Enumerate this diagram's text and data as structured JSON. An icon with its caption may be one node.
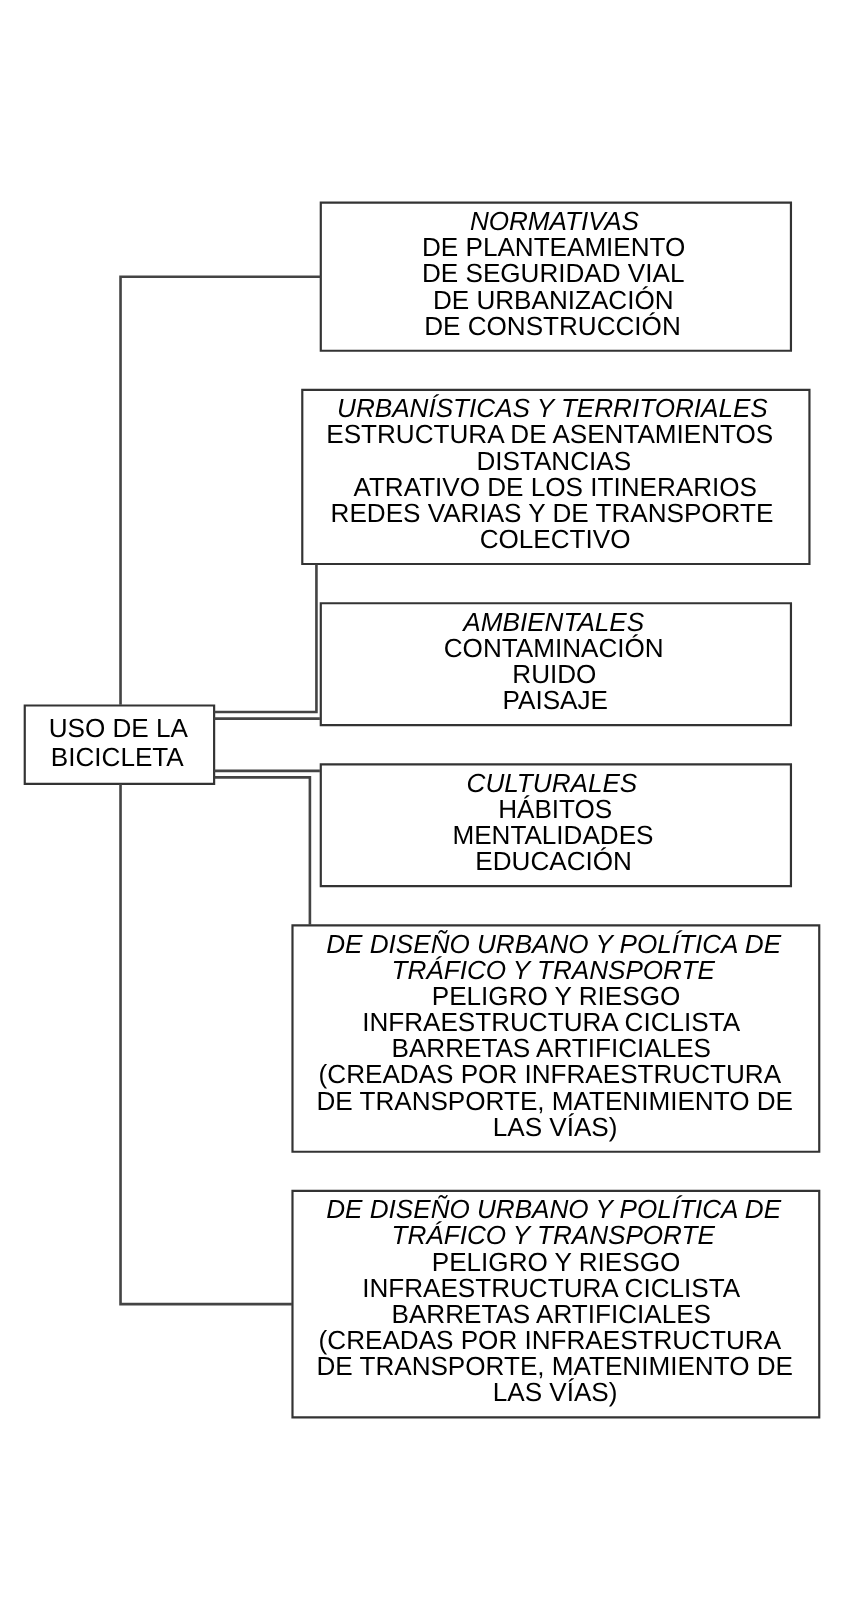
{
  "diagram": {
    "nodes": [
      {
        "text": [
          "USO DE LA BICICLETA"
        ]
      },
      {
        "text": [
          "NORMATIVAS",
          "DE PLANTEAMIENTO",
          "DE SEGURIDAD VIAL",
          "DE URBANIZACIÓN",
          "DE CONSTRUCCIÓN"
        ]
      },
      {
        "text": [
          "URBANÍSTICAS Y TERRITORIALES",
          "ESTRUCTURA DE ASENTAMIENTOS",
          "DISTANCIAS",
          "ATRATIVO DE LOS ITINERARIOS",
          "REDES VARIAS Y DE TRANSPORTE COLECTIVO"
        ]
      },
      {
        "text": [
          "AMBIENTALES",
          "CONTAMINACIÓN",
          "RUIDO",
          "PAISAJE"
        ]
      },
      {
        "text": [
          "CULTURALES",
          "HÁBITOS",
          "MENTALIDADES",
          "EDUCACIÓN"
        ]
      },
      {
        "text": [
          "DE DISEÑO URBANO Y POLÍTICA DE TRÁFICO Y TRANSPORTE",
          "PELIGRO Y RIESGO",
          "INFRAESTRUCTURA CICLISTA",
          "BARRETAS ARTIFICIALES",
          "(CREADAS POR INFRAESTRUCTURA DE TRANSPORTE, MATENIMIENTO DE LAS VÍAS)"
        ]
      },
      {
        "text": [
          "DE DISEÑO URBANO Y POLÍTICA DE TRÁFICO Y TRANSPORTE",
          "PELIGRO Y RIESGO",
          "INFRAESTRUCTURA CICLISTA",
          "BARRETAS ARTIFICIALES",
          "(CREADAS POR INFRAESTRUCTURA DE TRANSPORTE, MATENIMIENTO DE LAS VÍAS)"
        ]
      }
    ],
    "edges": [
      {
        "from": 0,
        "to": 1,
        "arrow": "none"
      },
      {
        "from": 0,
        "to": 2,
        "arrow": "none"
      },
      {
        "from": 0,
        "to": 3,
        "arrow": "none"
      },
      {
        "from": 0,
        "to": 4,
        "arrow": "none"
      },
      {
        "from": 0,
        "to": 5,
        "arrow": "none"
      },
      {
        "from": 0,
        "to": 6,
        "arrow": "none"
      }
    ]
  }
}
